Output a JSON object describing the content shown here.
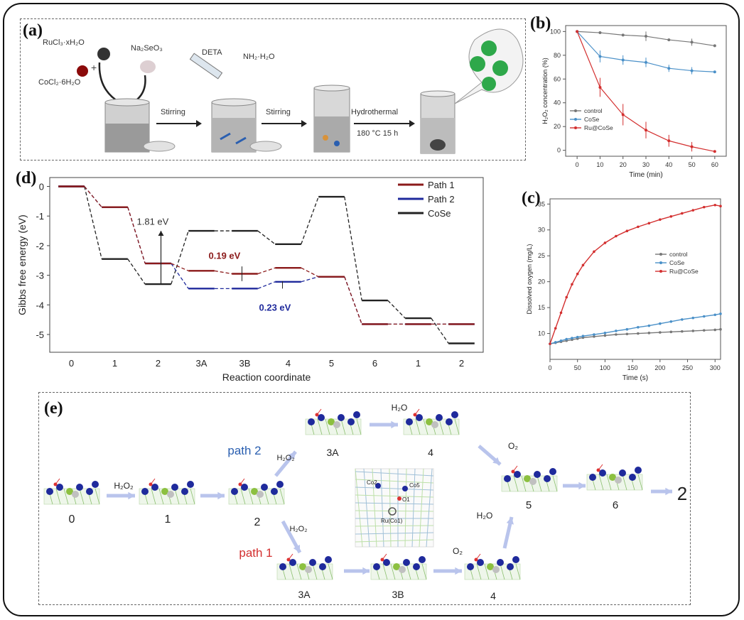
{
  "panel_a": {
    "label": "(a)",
    "reagents": [
      "RuCl₃·xH₂O",
      "CoCl₂·6H₂O",
      "Na₂SeO₃",
      "DETA",
      "NH₂·H₂O"
    ],
    "steps": [
      "Stirring",
      "Stirring",
      "Hydrothermal"
    ],
    "hydro_condition": "180 °C 15 h"
  },
  "panel_b": {
    "label": "(b)",
    "xlabel": "Time (min)",
    "ylabel": "H₂O₂ concentration (%)"
  },
  "panel_c": {
    "label": "(c)",
    "xlabel": "Time (s)",
    "ylabel": "Dissolved oxygen (mg/L)"
  },
  "panel_d": {
    "label": "(d)",
    "xlabel": "Reaction coordinate",
    "ylabel": "Gibbs free energy (eV)",
    "annotations": [
      "1.81 eV",
      "0.19 eV",
      "0.23 eV"
    ]
  },
  "panel_e": {
    "label": "(e)",
    "states": [
      "0",
      "1",
      "2",
      "3A",
      "4",
      "5",
      "6",
      "2",
      "3A",
      "3B",
      "4"
    ],
    "arrow_labels": [
      "H₂O₂",
      "H₂O₂",
      "H₂O₂",
      "H₂O",
      "O₂",
      "O₂",
      "H₂O"
    ],
    "path2_label": "path 2",
    "path1_label": "path 1",
    "inset_labels": [
      "Co2",
      "Co5",
      "O1",
      "Ru(Co1)"
    ]
  },
  "colors": {
    "red": "#d32f2f",
    "blue": "#1f2a9c",
    "black": "#222222",
    "lightblue": "#4a90c8",
    "gray": "#777777"
  },
  "chart_data": [
    {
      "type": "line",
      "panel": "b",
      "xlabel": "Time (min)",
      "ylabel": "H₂O₂ concentration (%)",
      "xlim": [
        -5,
        65
      ],
      "ylim": [
        -5,
        105
      ],
      "xticks": [
        0,
        10,
        20,
        30,
        40,
        50,
        60
      ],
      "yticks": [
        0,
        20,
        40,
        60,
        80,
        100
      ],
      "x": [
        0,
        10,
        20,
        30,
        40,
        50,
        60
      ],
      "legend": "center-left",
      "series": [
        {
          "name": "control",
          "color": "#777777",
          "values": [
            100,
            99,
            97,
            96,
            93,
            91,
            88
          ]
        },
        {
          "name": "CoSe",
          "color": "#4a90c8",
          "values": [
            100,
            79,
            76,
            74,
            69,
            67,
            66
          ]
        },
        {
          "name": "Ru@CoSe",
          "color": "#d32f2f",
          "values": [
            100,
            53,
            30,
            17,
            8,
            3,
            -1
          ]
        }
      ]
    },
    {
      "type": "line",
      "panel": "c",
      "xlabel": "Time (s)",
      "ylabel": "Dissolved oxygen (mg/L)",
      "xlim": [
        0,
        310
      ],
      "ylim": [
        5,
        36
      ],
      "xticks": [
        0,
        50,
        100,
        150,
        200,
        250,
        300
      ],
      "yticks": [
        10,
        15,
        20,
        25,
        30,
        35
      ],
      "legend": "center-right",
      "x": [
        0,
        10,
        20,
        30,
        40,
        50,
        60,
        80,
        100,
        120,
        140,
        160,
        180,
        200,
        220,
        240,
        260,
        280,
        300,
        310
      ],
      "series": [
        {
          "name": "control",
          "color": "#777777",
          "values": [
            8,
            8.2,
            8.4,
            8.6,
            8.8,
            9.0,
            9.2,
            9.4,
            9.6,
            9.8,
            9.9,
            10.0,
            10.1,
            10.2,
            10.3,
            10.4,
            10.5,
            10.6,
            10.7,
            10.8
          ]
        },
        {
          "name": "CoSe",
          "color": "#4a90c8",
          "values": [
            8,
            8.3,
            8.6,
            8.9,
            9.1,
            9.3,
            9.5,
            9.8,
            10.1,
            10.5,
            10.8,
            11.2,
            11.5,
            11.9,
            12.3,
            12.7,
            13.0,
            13.3,
            13.6,
            13.8
          ]
        },
        {
          "name": "Ru@CoSe",
          "color": "#d32f2f",
          "values": [
            8,
            11,
            14,
            17,
            19.5,
            21.5,
            23.2,
            25.8,
            27.5,
            28.8,
            29.8,
            30.6,
            31.3,
            32.0,
            32.6,
            33.2,
            33.8,
            34.4,
            34.8,
            34.6
          ]
        }
      ]
    },
    {
      "type": "line",
      "panel": "d",
      "subtype": "energy-profile",
      "xlabel": "Reaction coordinate",
      "ylabel": "Gibbs free energy (eV)",
      "categories": [
        "0",
        "1",
        "2",
        "3A",
        "3B",
        "4",
        "5",
        "6",
        "1",
        "2"
      ],
      "ylim": [
        -5.6,
        0.3
      ],
      "yticks": [
        0,
        -1,
        -2,
        -3,
        -4,
        -5
      ],
      "legend": "top-right",
      "series": [
        {
          "name": "Path 1",
          "color": "#8b1a1a",
          "values": [
            0,
            -0.7,
            -2.6,
            -2.85,
            -2.95,
            -2.75,
            -3.05,
            -4.65,
            -4.65,
            -4.65
          ]
        },
        {
          "name": "Path 2",
          "color": "#1f2a9c",
          "values": [
            0,
            -0.7,
            -2.6,
            -3.45,
            -3.45,
            -3.22,
            -3.05,
            -4.65,
            -4.65,
            -4.65
          ]
        },
        {
          "name": "CoSe",
          "color": "#222222",
          "values": [
            0,
            -2.45,
            -3.3,
            -1.5,
            -1.5,
            -1.95,
            -0.35,
            -3.85,
            -4.45,
            -5.3
          ]
        }
      ]
    }
  ]
}
